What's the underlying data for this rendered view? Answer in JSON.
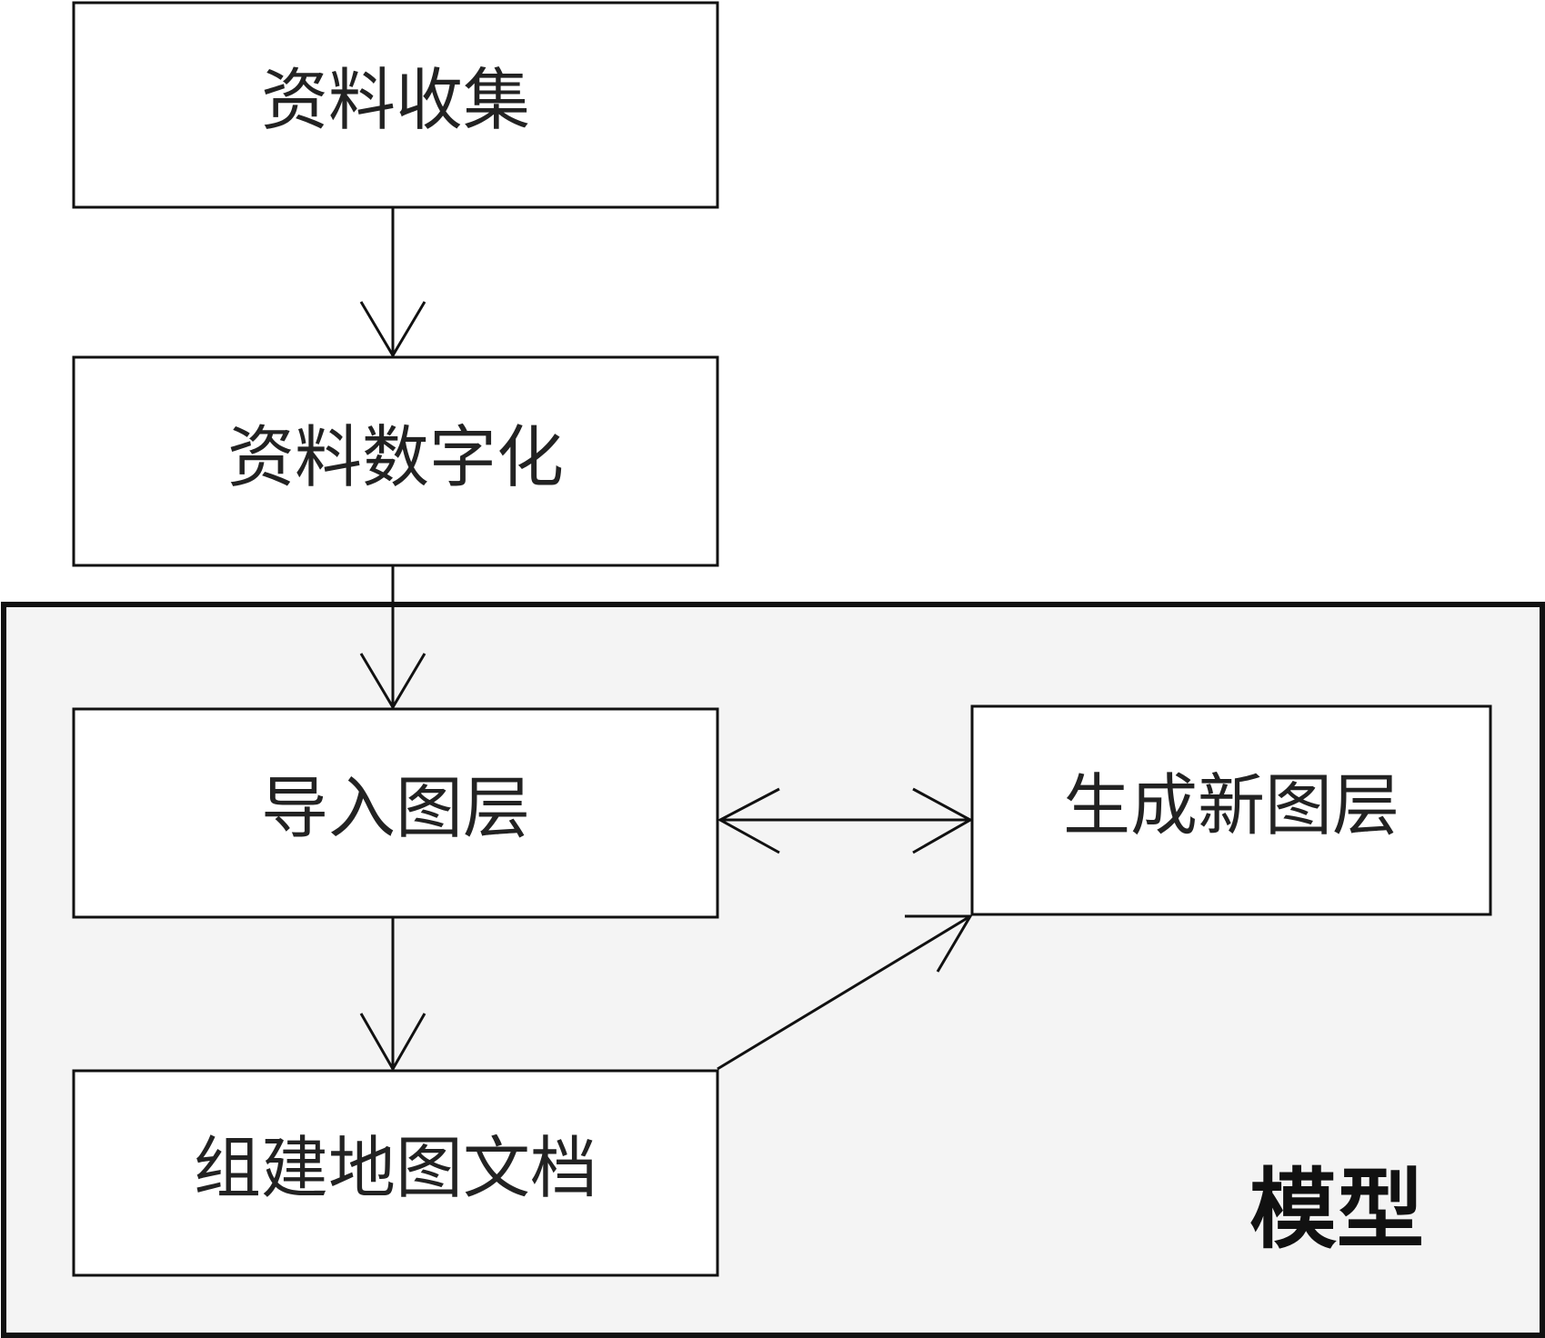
{
  "nodes": {
    "collect": "资料收集",
    "digitize": "资料数字化",
    "import_layer": "导入图层",
    "new_layer": "生成新图层",
    "build_doc": "组建地图文档"
  },
  "group": {
    "label": "模型",
    "background": "#f4f4f4",
    "border": "#111111"
  },
  "colors": {
    "node_fill": "#ffffff",
    "stroke": "#111111",
    "text": "#222222"
  }
}
